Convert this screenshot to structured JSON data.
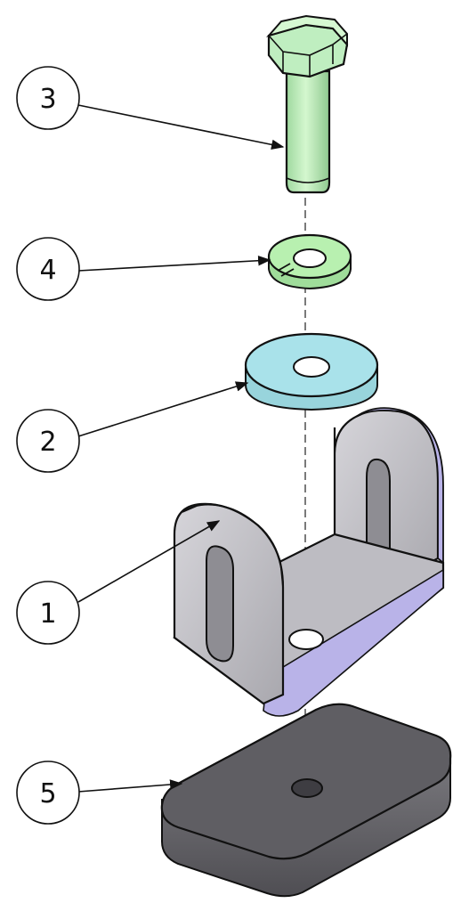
{
  "balloons": [
    {
      "label": "3",
      "part": "hex-bolt"
    },
    {
      "label": "4",
      "part": "split-lock-washer"
    },
    {
      "label": "2",
      "part": "flat-washer"
    },
    {
      "label": "1",
      "part": "u-bracket"
    },
    {
      "label": "5",
      "part": "base-plate"
    }
  ],
  "colors": {
    "bolt": "#bfeec0",
    "lock_washer": "#b8f0b0",
    "flat_washer": "#a9e2ea",
    "bracket": "#c9c8cd",
    "bracket_edge": "#b9b3e8",
    "plate_top": "#5f5e63",
    "plate_side": "#6c6b70",
    "line": "#111111"
  }
}
